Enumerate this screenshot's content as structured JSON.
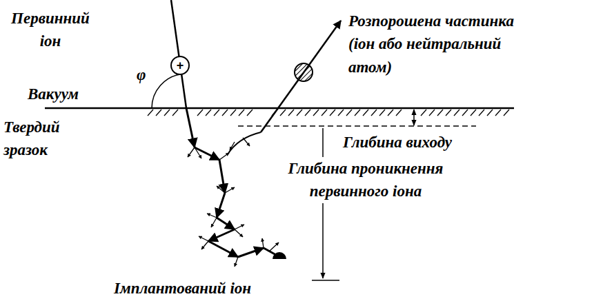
{
  "diagram": {
    "nodes": [
      {
        "text": [
          "+"
        ]
      }
    ],
    "labels": [
      "Первинний іон",
      "φ",
      "Розпорошена частинка (іон або нейтральний атом)",
      "Вакуум",
      "Твердий зразок",
      "Глибина виходу",
      "Глибина проникнення первинного іона",
      "Імплантований іон"
    ]
  }
}
